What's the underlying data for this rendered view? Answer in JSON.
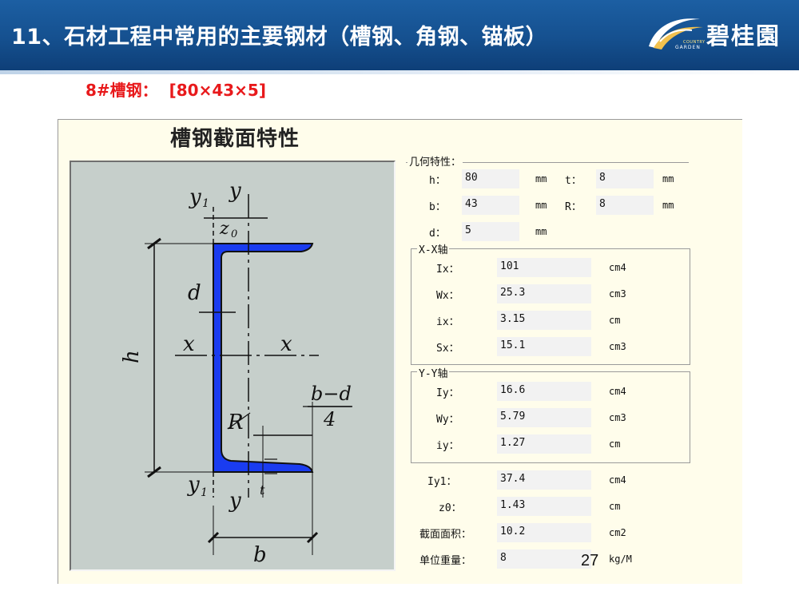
{
  "slide": {
    "title": "11、石材工程中常用的主要钢材（槽钢、角钢、锚板）",
    "subtitle": "8#槽钢：  [80×43×5]",
    "page_number": "27",
    "logo": {
      "cn": "碧桂園",
      "en_small": "COUNTRY",
      "en_main": "GARDEN"
    }
  },
  "panel": {
    "title": "槽钢截面特性",
    "figure_labels": {
      "y1_top": "y",
      "y1_sub": "1",
      "y_top": "y",
      "z0": "z",
      "z0_sub": "0",
      "d": "d",
      "x_left": "x",
      "x_right": "x",
      "h": "h",
      "bd_num": "b−d",
      "bd_den": "4",
      "R": "R",
      "y1_bottom": "y",
      "y1b_sub": "1",
      "y_bottom": "y",
      "t": "t",
      "b": "b"
    },
    "geometry": {
      "label": "几何特性：",
      "rows": [
        {
          "label": "h：",
          "value": "80",
          "unit": "mm"
        },
        {
          "label": "t：",
          "value": "8",
          "unit": "mm"
        },
        {
          "label": "b：",
          "value": "43",
          "unit": "mm"
        },
        {
          "label": "R：",
          "value": "8",
          "unit": "mm"
        },
        {
          "label": "d：",
          "value": "5",
          "unit": "mm"
        }
      ]
    },
    "xx_axis": {
      "label": "X-X轴",
      "rows": [
        {
          "label": "Ix：",
          "value": "101",
          "unit": "cm4"
        },
        {
          "label": "Wx：",
          "value": "25.3",
          "unit": "cm3"
        },
        {
          "label": "ix：",
          "value": "3.15",
          "unit": "cm"
        },
        {
          "label": "Sx：",
          "value": "15.1",
          "unit": "cm3"
        }
      ]
    },
    "yy_axis": {
      "label": "Y-Y轴",
      "rows": [
        {
          "label": "Iy：",
          "value": "16.6",
          "unit": "cm4"
        },
        {
          "label": "Wy：",
          "value": "5.79",
          "unit": "cm3"
        },
        {
          "label": "iy：",
          "value": "1.27",
          "unit": "cm"
        }
      ]
    },
    "other": {
      "rows": [
        {
          "label": "Iy1：",
          "value": "37.4",
          "unit": "cm4"
        },
        {
          "label": "z0：",
          "value": "1.43",
          "unit": "cm"
        },
        {
          "label": "截面面积：",
          "value": "10.2",
          "unit": "cm2"
        },
        {
          "label": "单位重量：",
          "value": "8",
          "unit": "kg/M"
        }
      ]
    }
  }
}
